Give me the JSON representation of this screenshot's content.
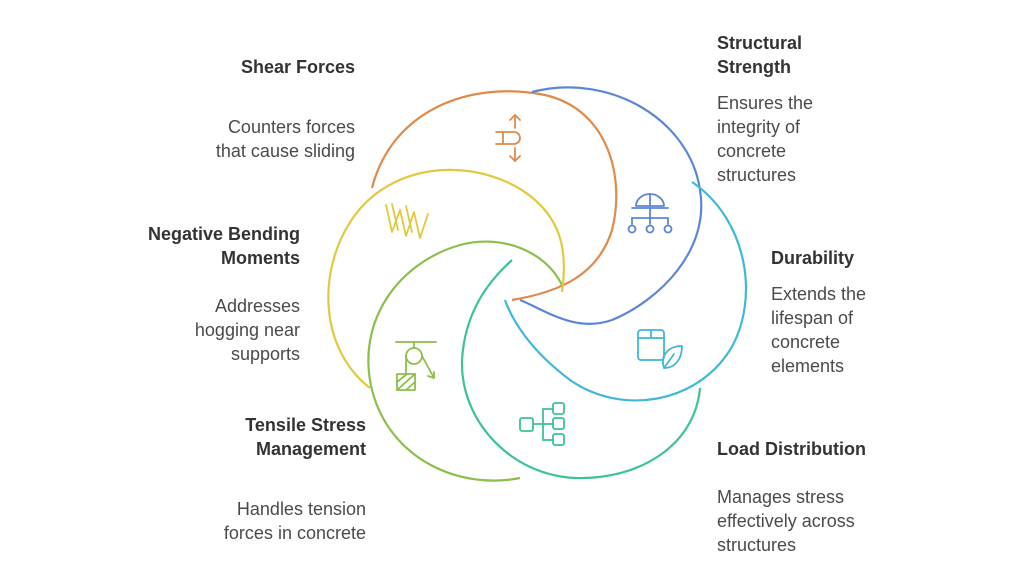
{
  "items": [
    {
      "key": "shear",
      "title": "Shear Forces",
      "description": "Counters forces\nthat cause sliding",
      "color": "#e08a4a",
      "icon": "shear-force-icon"
    },
    {
      "key": "structural",
      "title": "Structural\nStrength",
      "description": "Ensures the\nintegrity of\nconcrete\nstructures",
      "color": "#5b86d8",
      "icon": "hard-hat-network-icon"
    },
    {
      "key": "durability",
      "title": "Durability",
      "description": "Extends the\nlifespan of\nconcrete\nelements",
      "color": "#3fb8d8",
      "icon": "box-leaf-icon"
    },
    {
      "key": "load",
      "title": "Load Distribution",
      "description": "Manages stress\neffectively across\nstructures",
      "color": "#3cc392",
      "icon": "distribution-tree-icon"
    },
    {
      "key": "tensile",
      "title": "Tensile Stress\nManagement",
      "description": "Handles tension\nforces in concrete",
      "color": "#8bbf4a",
      "icon": "pulley-weight-icon"
    },
    {
      "key": "negative",
      "title": "Negative Bending\nMoments",
      "description": "Addresses\nhogging near\nsupports",
      "color": "#e2c83e",
      "icon": "spring-coil-icon"
    }
  ]
}
